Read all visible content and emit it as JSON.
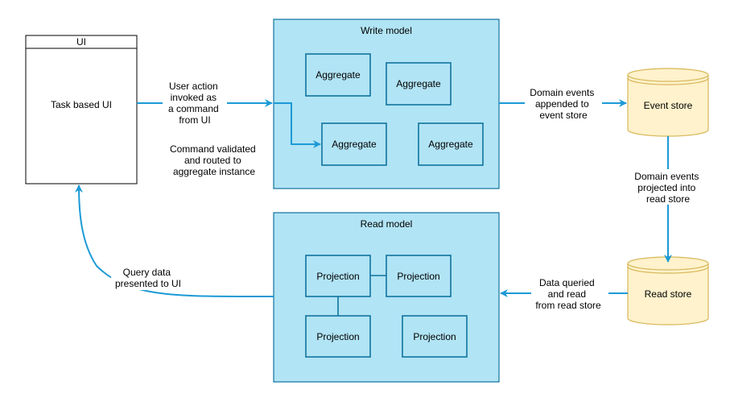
{
  "ui_box": {
    "header": "UI",
    "body": "Task based UI"
  },
  "write_model": {
    "title": "Write model",
    "aggregates": [
      "Aggregate",
      "Aggregate",
      "Aggregate",
      "Aggregate"
    ]
  },
  "read_model": {
    "title": "Read model",
    "projections": [
      "Projection",
      "Projection",
      "Projection",
      "Projection"
    ]
  },
  "stores": {
    "event_store": "Event store",
    "read_store": "Read store"
  },
  "edge_labels": {
    "user_action": [
      "User action",
      "invoked as",
      "a command",
      "from UI"
    ],
    "command_validated": [
      "Command validated",
      "and routed to",
      "aggregate instance"
    ],
    "domain_events_appended": [
      "Domain events",
      "appended to",
      "event store"
    ],
    "domain_events_projected": [
      "Domain events",
      "projected into",
      "read store"
    ],
    "data_queried": [
      "Data queried",
      "and read",
      "from read store"
    ],
    "query_data": [
      "Query data",
      "presented to UI"
    ]
  },
  "colors": {
    "model_fill": "#b1e4f5",
    "model_stroke": "#10739e",
    "arrow": "#1c9ad6",
    "store_fill": "#fff2cc",
    "store_stroke": "#d6b656"
  }
}
